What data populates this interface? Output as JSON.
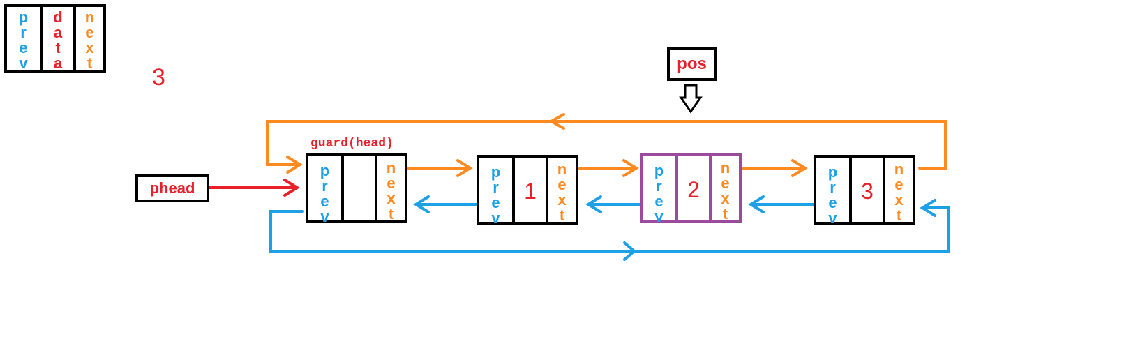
{
  "legend": {
    "prev": "prev",
    "data": "data",
    "next": "next"
  },
  "counter": "3",
  "pos_label": "pos",
  "phead_label": "phead",
  "guard_label": "guard(head)",
  "nodes": [
    {
      "prev": "prev",
      "value": "",
      "next": "next"
    },
    {
      "prev": "prev",
      "value": "1",
      "next": "next"
    },
    {
      "prev": "prev",
      "value": "2",
      "next": "next"
    },
    {
      "prev": "prev",
      "value": "3",
      "next": "next"
    }
  ],
  "colors": {
    "prev": "#1ea0e6",
    "data": "#e8202a",
    "next": "#ff8a20",
    "highlight": "#9b4a9e",
    "pointer": "#e8202a"
  }
}
